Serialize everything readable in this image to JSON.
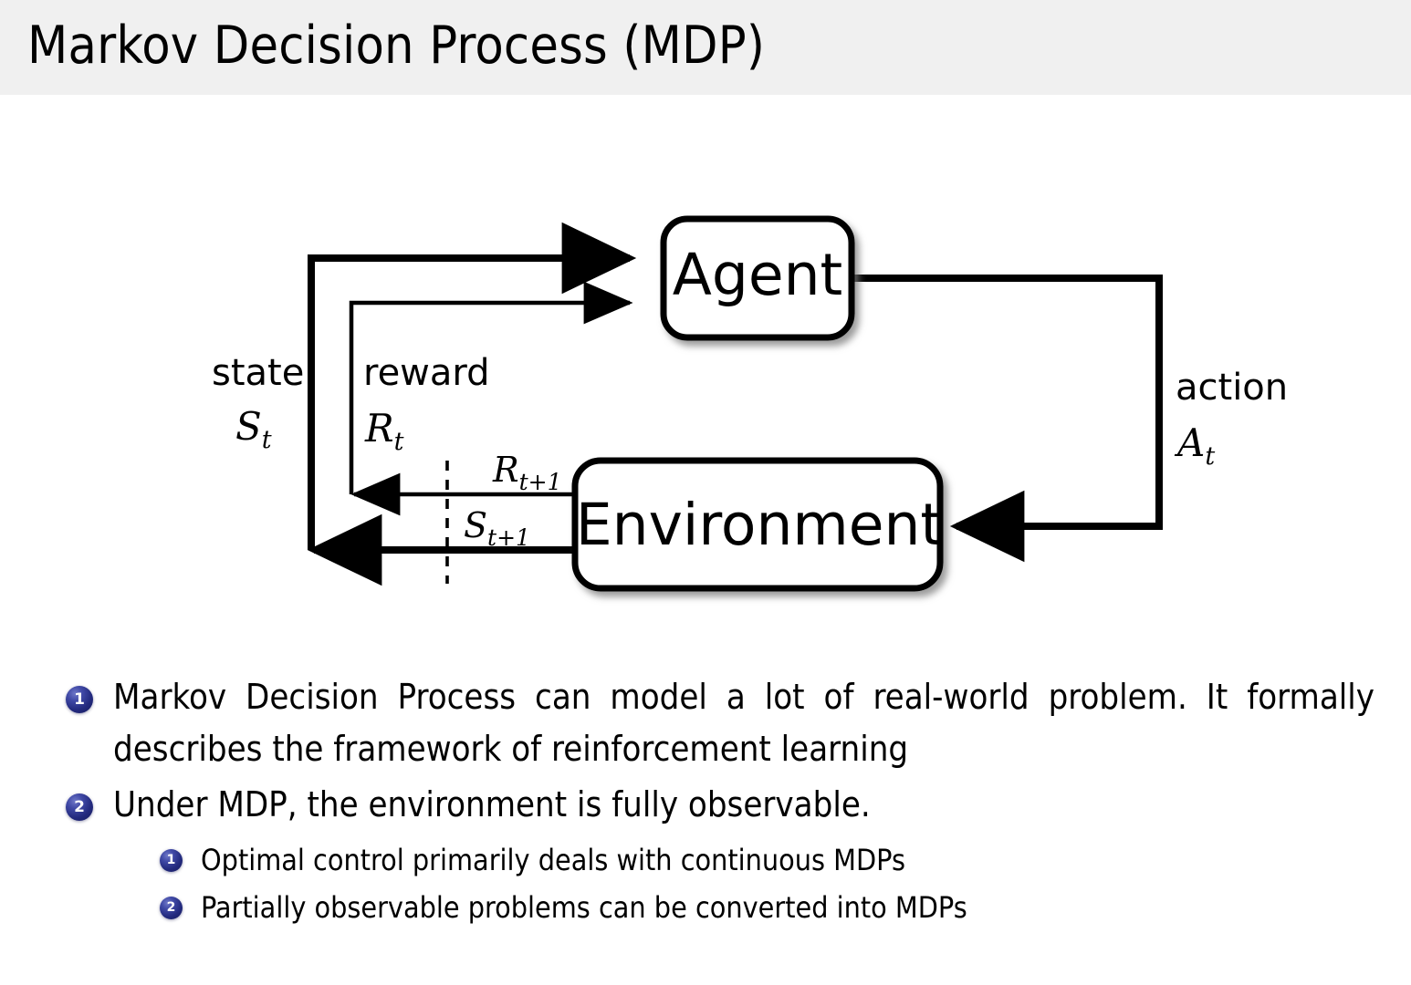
{
  "header": {
    "title": "Markov Decision Process (MDP)",
    "band_color": "#f0f0f0"
  },
  "diagram": {
    "name": "agent-environment-interaction-loop",
    "nodes": {
      "agent": "Agent",
      "environment": "Environment"
    },
    "edge_labels": {
      "state_word": "state",
      "state_symbol": "S",
      "state_symbol_sub": "t",
      "reward_word": "reward",
      "reward_symbol": "R",
      "reward_symbol_sub": "t",
      "action_word": "action",
      "action_symbol": "A",
      "action_symbol_sub": "t",
      "reward_next_symbol": "R",
      "reward_next_sub": "t+1",
      "state_next_symbol": "S",
      "state_next_sub": "t+1"
    },
    "stroke_color": "#000000",
    "box_fill": "#ffffff"
  },
  "bullets": {
    "accent_color": "#232a7e",
    "items": [
      {
        "number": "1",
        "text": "Markov Decision Process can model a lot of real-world problem. It formally describes the framework of reinforcement learning",
        "children": []
      },
      {
        "number": "2",
        "text": "Under MDP, the environment is fully observable.",
        "children": [
          {
            "number": "1",
            "text": "Optimal control primarily deals with continuous MDPs"
          },
          {
            "number": "2",
            "text": "Partially observable problems can be converted into MDPs"
          }
        ]
      }
    ]
  }
}
